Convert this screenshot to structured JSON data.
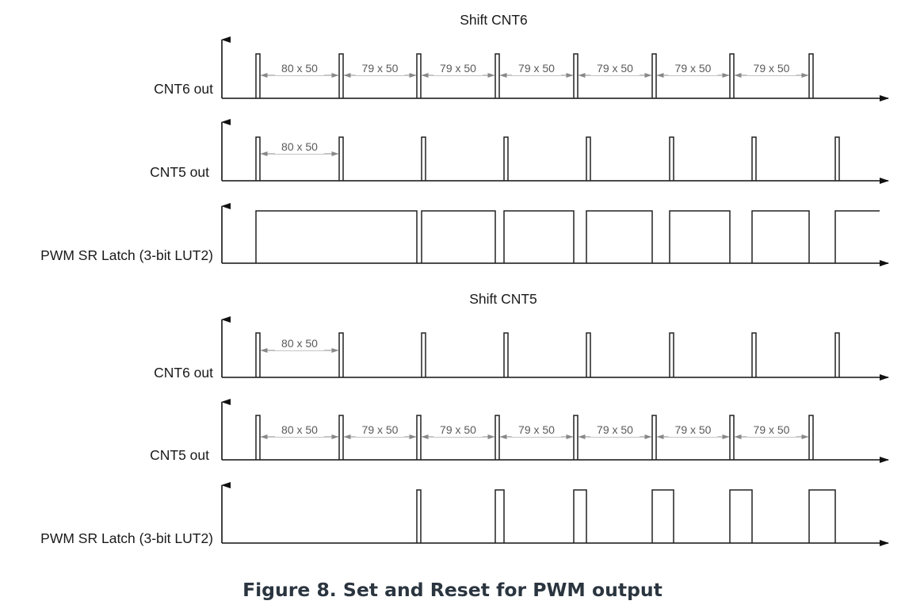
{
  "sections": [
    {
      "title": "Shift CNT6",
      "rows": [
        {
          "label": "CNT6 out",
          "pulses": [
            "narrow",
            "narrow",
            "narrow",
            "narrow",
            "narrow",
            "narrow",
            "narrow",
            "narrow"
          ],
          "dims": [
            "80 x 50",
            "79 x 50",
            "79 x 50",
            "79 x 50",
            "79 x 50",
            "79 x 50",
            "79 x 50"
          ]
        },
        {
          "label": "CNT5 out",
          "pulses": [
            "narrow",
            "narrow",
            "narrow",
            "narrow",
            "narrow",
            "narrow",
            "narrow",
            "narrow"
          ],
          "dims": [
            "80 x 50"
          ]
        },
        {
          "label": "PWM SR Latch (3-bit LUT2)",
          "pulses": [
            "wide",
            "wide",
            "wide",
            "wide",
            "wide",
            "wide",
            "open"
          ],
          "dims": []
        }
      ]
    },
    {
      "title": "Shift CNT5",
      "rows": [
        {
          "label": "CNT6 out",
          "pulses": [
            "narrow",
            "narrow",
            "narrow",
            "narrow",
            "narrow",
            "narrow",
            "narrow",
            "narrow"
          ],
          "dims": [
            "80 x 50"
          ]
        },
        {
          "label": "CNT5 out",
          "pulses": [
            "narrow",
            "narrow",
            "narrow",
            "narrow",
            "narrow",
            "narrow",
            "narrow",
            "narrow"
          ],
          "dims": [
            "80 x 50",
            "79 x 50",
            "79 x 50",
            "79 x 50",
            "79 x 50",
            "79 x 50",
            "79 x 50"
          ]
        },
        {
          "label": "PWM SR Latch (3-bit LUT2)",
          "pulses": [
            "narrow",
            "narrow",
            "medium",
            "wide",
            "wide",
            "wide"
          ],
          "dims": []
        }
      ]
    }
  ],
  "caption": "Figure 8. Set and Reset for PWM output"
}
